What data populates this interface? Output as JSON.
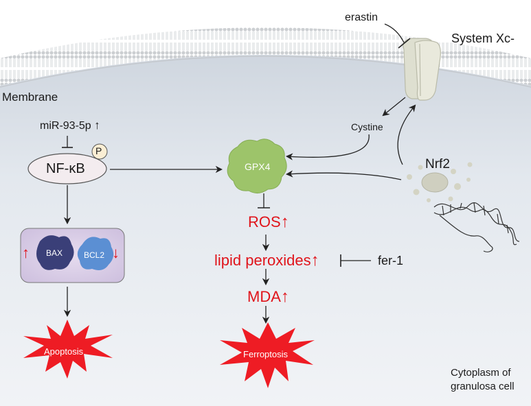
{
  "labels": {
    "erastin": "erastin",
    "system_xc": "System Xc-",
    "membrane": "Membrane",
    "mir": "miR-93-5p",
    "mir_arrow": "↑",
    "phospho": "P",
    "nfkb": "NF-κB",
    "gpx4": "GPX4",
    "cystine": "Cystine",
    "nrf2": "Nrf2",
    "ros": "ROS",
    "lipid": "lipid peroxides",
    "mda": "MDA",
    "up_arrow": "↑",
    "down_arrow": "↓",
    "fer1": "fer-1",
    "bax": "BAX",
    "bcl2": "BCL2",
    "apoptosis": "Apoptosis",
    "ferroptosis": "Ferroptosis",
    "cytoplasm_line1": "Cytoplasm of",
    "cytoplasm_line2": "granulosa cell"
  },
  "colors": {
    "text_red": "#e0141b",
    "burst_red": "#ee1c24",
    "gpx4_green": "#9dc46a",
    "bax_navy": "#3a3f78",
    "bcl2_blue": "#5b8fd3",
    "membrane_grey": "#d8dadd",
    "cytoplasm": "#e8ecf1",
    "transporter": "#e0e0d2",
    "nrf2_blob": "#cfcfc0"
  }
}
